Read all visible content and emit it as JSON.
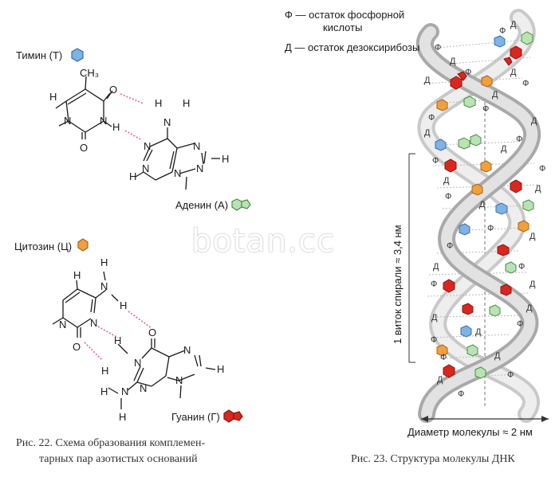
{
  "bases": {
    "thymine": "Тимин (Т)",
    "adenine": "Аденин (А)",
    "cytosine": "Цитозин (Ц)",
    "guanine": "Гуанин (Г)"
  },
  "atoms": {
    "H": "H",
    "N": "N",
    "O": "O",
    "CH3": "CH₃"
  },
  "legend": {
    "phosphate_symbol": "Ф",
    "phosphate_text": "Ф — остаток фосфорной",
    "phosphate_text2": "кислоты",
    "sugar_symbol": "Д",
    "sugar_text": "Д — остаток дезоксирибозы"
  },
  "helix": {
    "turn_label": "1 виток спирали ≈ 3,4 нм",
    "diameter_label": "Диаметр молекулы ≈ 2 нм"
  },
  "captions": {
    "fig22_line1": "Рис. 22. Схема образования комплемен-",
    "fig22_line2": "тарных пар азотистых оснований",
    "fig23": "Рис. 23. Структура молекулы ДНК"
  },
  "watermark": "botan.cc",
  "colors": {
    "thymine": "#7fb2e5",
    "adenine": "#b9e3b4",
    "cytosine": "#f0a03c",
    "guanine": "#d9271f",
    "hbond": "#e0609a",
    "strand": "#d8d8d8"
  }
}
